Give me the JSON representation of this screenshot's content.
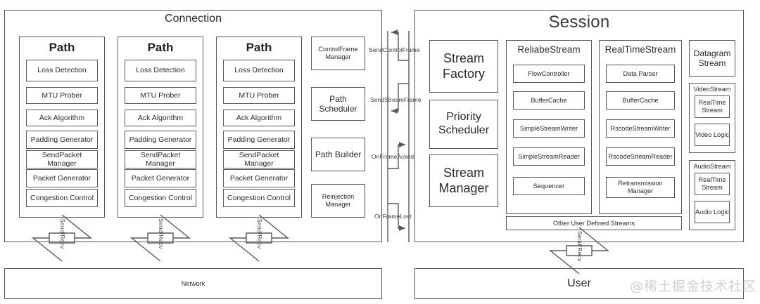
{
  "diagram": {
    "watermark": "@稀土掘金技术社区",
    "connection": {
      "title": "Connection",
      "paths": [
        {
          "title": "Path",
          "modules": [
            "Loss Detection",
            "MTU Prober",
            "Ack Algorithm",
            "Padding Generator",
            "SendPacket Manager",
            "Packet Generator",
            "Congestion Control"
          ]
        },
        {
          "title": "Path",
          "modules": [
            "Loss Detection",
            "MTU Prober",
            "Ack Algorithm",
            "Padding Generator",
            "SendPacket Manager",
            "Packet Generator",
            "Congestion Control"
          ]
        },
        {
          "title": "Path",
          "modules": [
            "Loss Detection",
            "MTU Prober",
            "Ack Algorithm",
            "Padding Generator",
            "SendPacket Manager",
            "Packet Generator",
            "Congestion Control"
          ]
        }
      ],
      "managers": [
        "ControlFrame Manager",
        "Path Scheduler",
        "Path Builder",
        "Reinjection Manager"
      ]
    },
    "session": {
      "title": "Session",
      "core": [
        "Stream Factory",
        "Priority Scheduler",
        "Stream Manager"
      ],
      "columns": [
        {
          "title": "ReliabeStream",
          "items": [
            "FlowController",
            "BufferCache",
            "SimpleStreamWriter",
            "SimpleStreamReader",
            "Sequencer"
          ]
        },
        {
          "title": "RealTimeStream",
          "items": [
            "Data Parser",
            "BufferCache",
            "RscodeStreamWriter",
            "RscodeStreamReader",
            "Retransmission Manager"
          ]
        }
      ],
      "datagram": {
        "title": "Datagram Stream",
        "groups": [
          {
            "title": "VideoStream",
            "items": [
              "RealTime Stream",
              "Video Logic"
            ]
          },
          {
            "title": "AudioStream",
            "items": [
              "RealTime Stream",
              "Audio Logic"
            ]
          }
        ]
      },
      "other_streams": "Other User Defined Streams"
    },
    "flows": [
      {
        "label": "SendControlFrame"
      },
      {
        "label": "SendStreamFrame"
      },
      {
        "label": "OnFrameAcked"
      },
      {
        "label": "OnFrameLost"
      }
    ],
    "bottom": {
      "network": "Network",
      "user": "User"
    },
    "connector_label": "Send/Recv",
    "colors": {
      "stroke": "#58595b",
      "text": "#2b2b2b",
      "watermark": "#d2d2d2"
    }
  }
}
